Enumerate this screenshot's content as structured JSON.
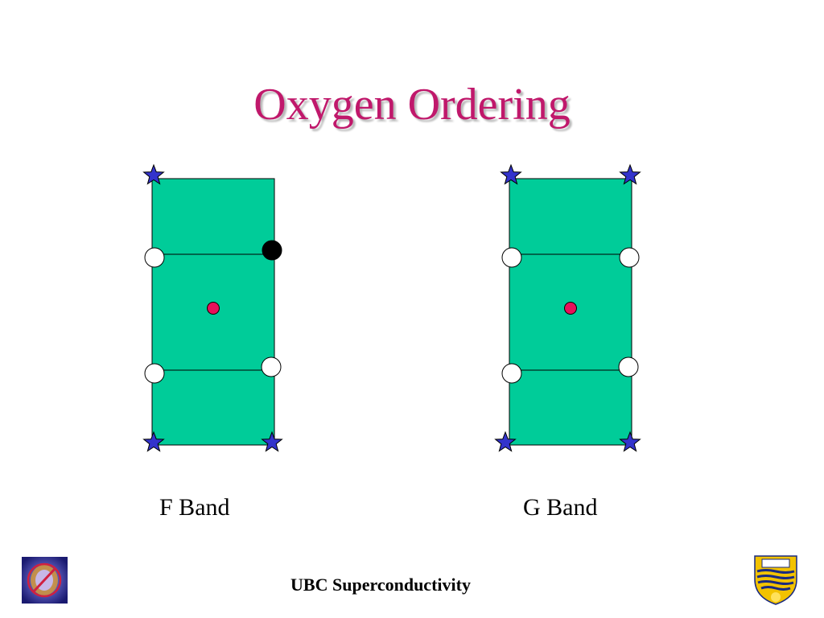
{
  "slide": {
    "title": "Oxygen Ordering",
    "footer": "UBC Superconductivity"
  },
  "colors": {
    "title": "#c0186b",
    "cell_fill": "#00cc99",
    "star": "#3333cc",
    "center_atom": "#e8105a",
    "filled_site": "#000000",
    "empty_site": "#ffffff"
  },
  "bands": [
    {
      "label": "F Band",
      "stars": [
        "top-left",
        "bottom-left",
        "bottom-right"
      ],
      "filled_sites": [
        "right-upper"
      ],
      "empty_sites": [
        "left-upper",
        "left-lower",
        "right-lower"
      ]
    },
    {
      "label": "G Band",
      "stars": [
        "top-left",
        "top-right",
        "bottom-left",
        "bottom-right"
      ],
      "filled_sites": [],
      "empty_sites": [
        "left-upper",
        "right-upper",
        "left-lower",
        "right-lower"
      ]
    }
  ],
  "logos": {
    "left": "superconductivity-logo",
    "right": "ubc-crest-logo"
  }
}
